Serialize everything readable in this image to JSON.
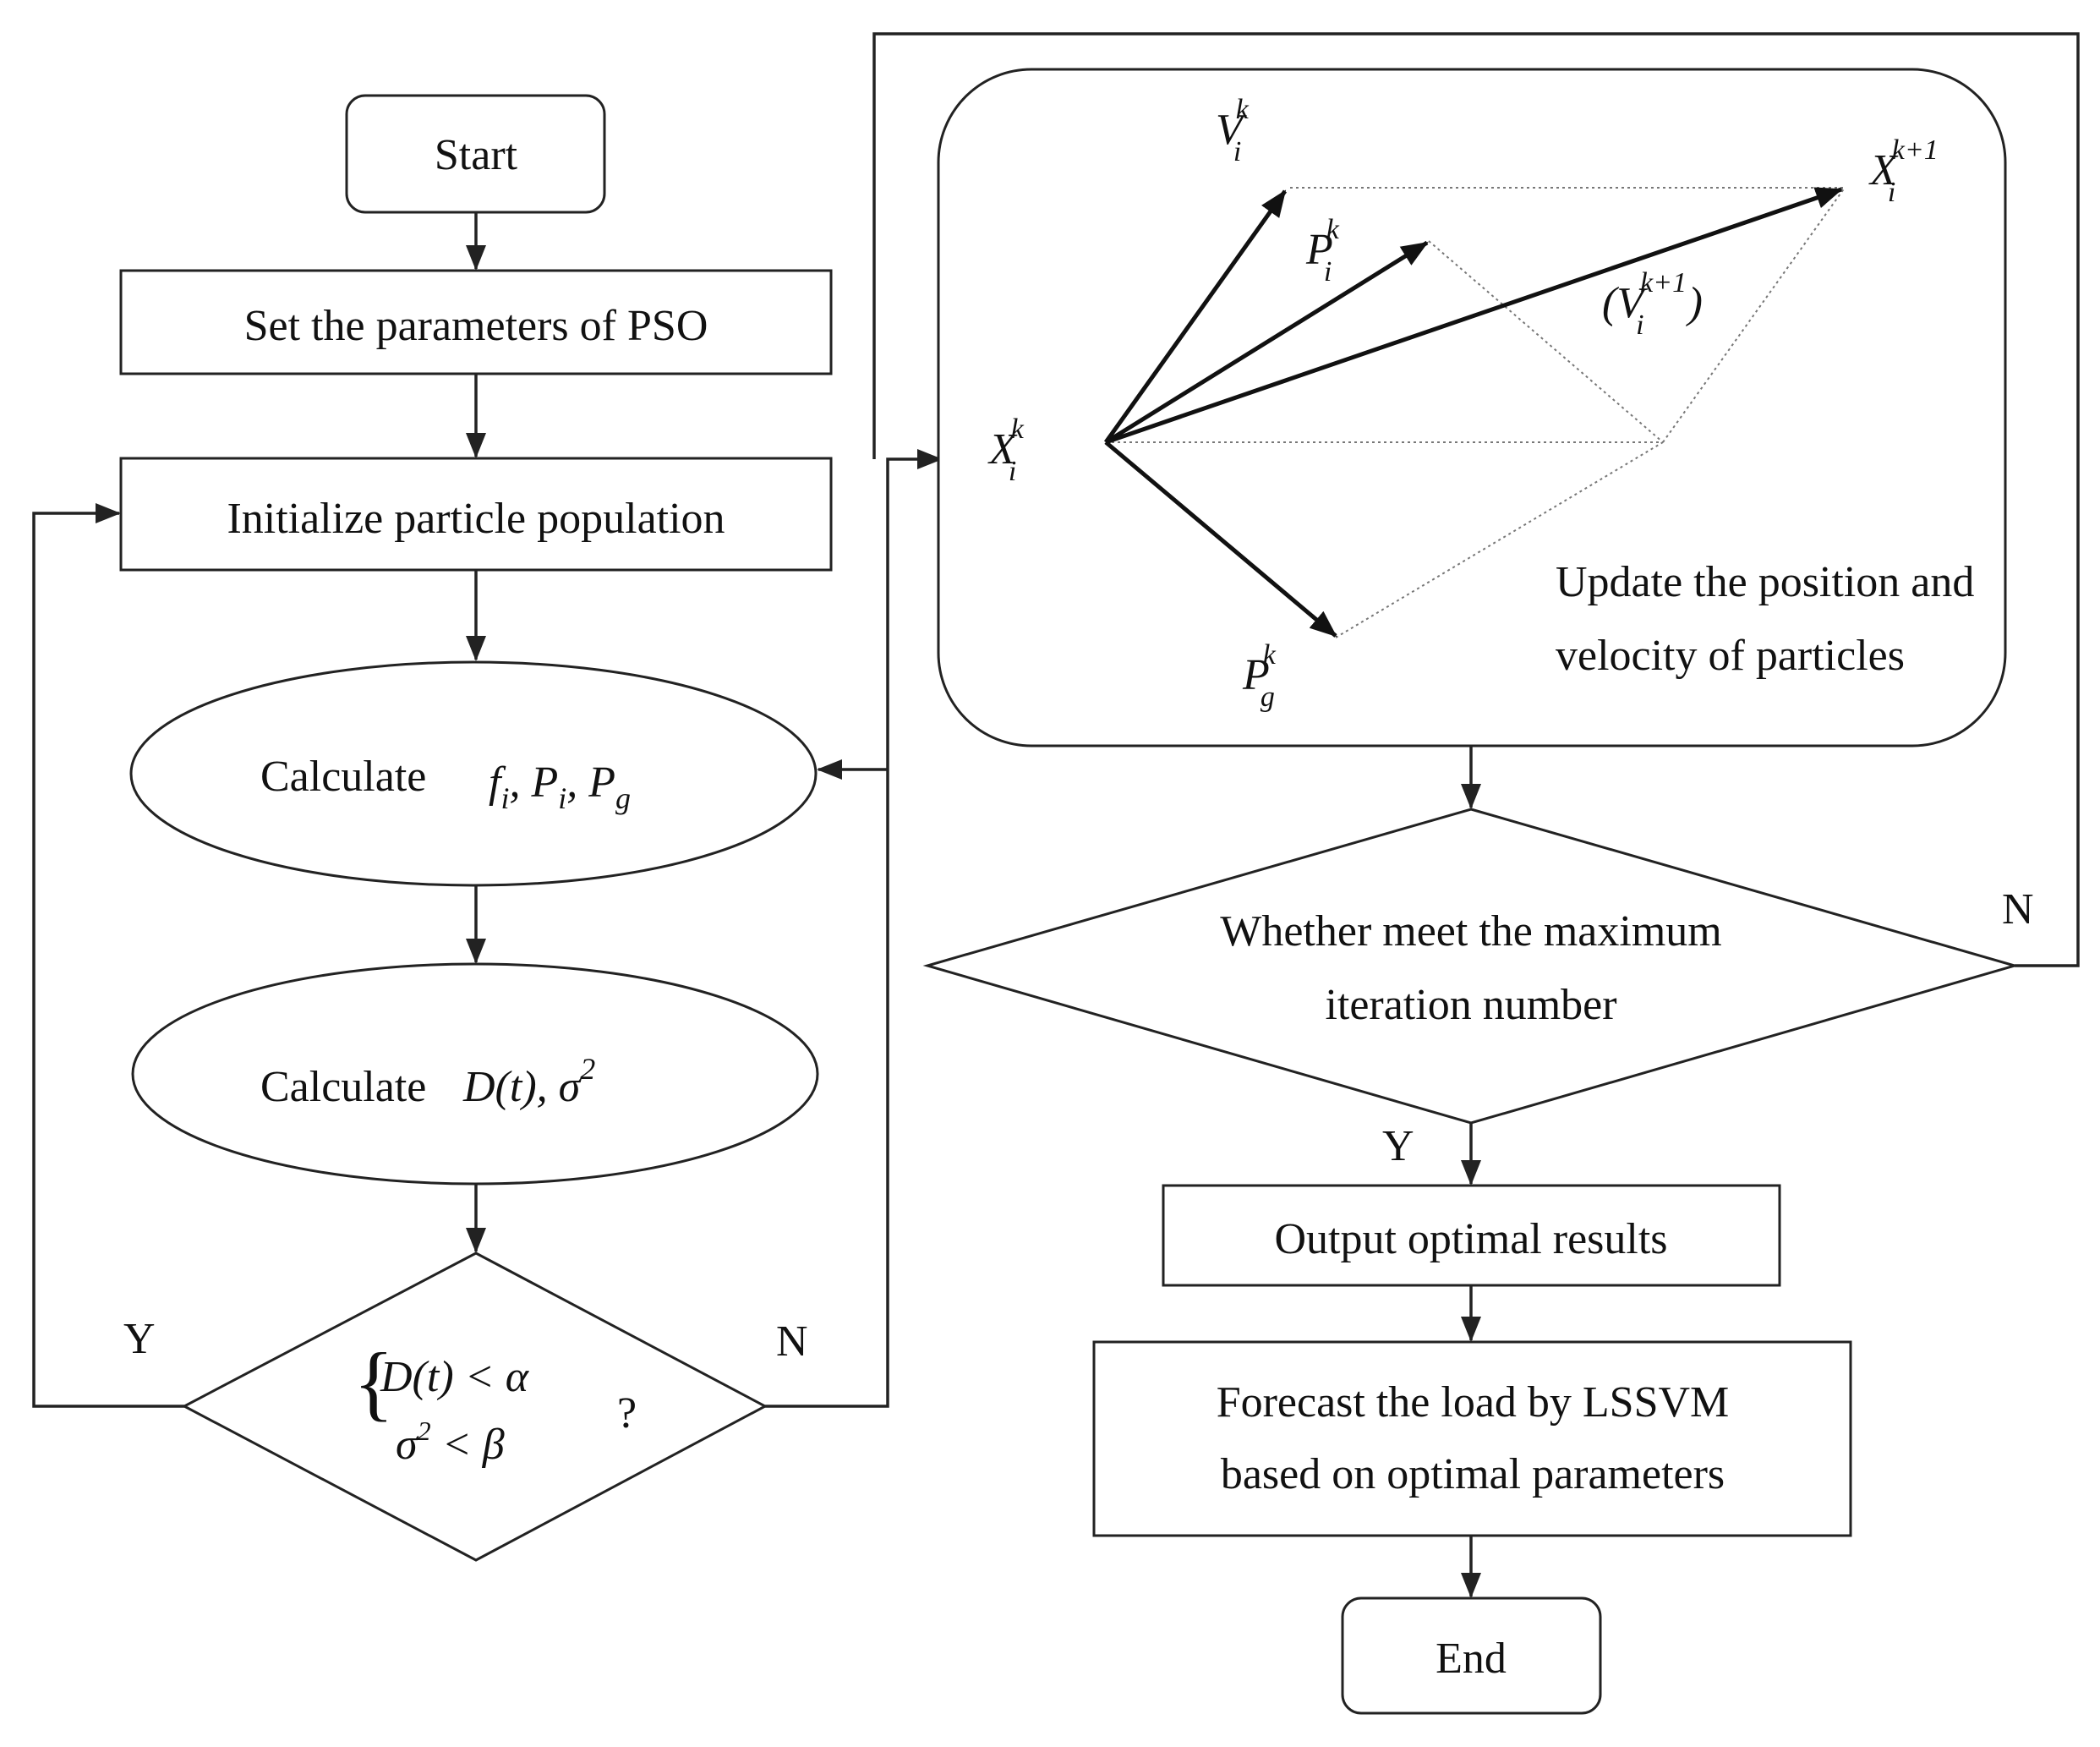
{
  "flowchart": {
    "start": "Start",
    "set_params": "Set the parameters of PSO",
    "init_pop": "Initialize particle population",
    "calc_fitness_prefix": "Calculate",
    "calc_fitness_expr": "f",
    "calc_fitness_i": "i",
    "calc_fitness_p": "P",
    "calc_fitness_g": "g",
    "calc_diversity_prefix": "Calculate",
    "calc_diversity_expr": "D(t), σ",
    "calc_diversity_sup": "2",
    "condition_line1": "D(t) < α",
    "condition_line2_pre": "σ",
    "condition_line2_sup": "2",
    "condition_line2_post": " < β",
    "condition_q": "?",
    "yes_left": "Y",
    "no_left": "N",
    "update_line1": "Update the position and",
    "update_line2": "velocity of particles",
    "max_iter_line1": "Whether meet the maximum",
    "max_iter_line2": "iteration number",
    "no_right": "N",
    "yes_right": "Y",
    "output": "Output optimal results",
    "forecast_line1": "Forecast the load by LSSVM",
    "forecast_line2": "based on optimal parameters",
    "end": "End"
  },
  "vectors": {
    "v_base": "V",
    "v_sub": "i",
    "v_sup": "k",
    "p_base": "P",
    "p_sub": "i",
    "p_sup": "k",
    "x_base": "X",
    "x_sub": "i",
    "x_sup": "k",
    "xn_base": "X",
    "xn_sub": "i",
    "xn_sup": "k+1",
    "vn_open": "(V",
    "vn_sub": "i",
    "vn_sup": "k+1",
    "vn_close": ")",
    "pg_base": "P",
    "pg_sub": "g",
    "pg_sup": "k"
  }
}
